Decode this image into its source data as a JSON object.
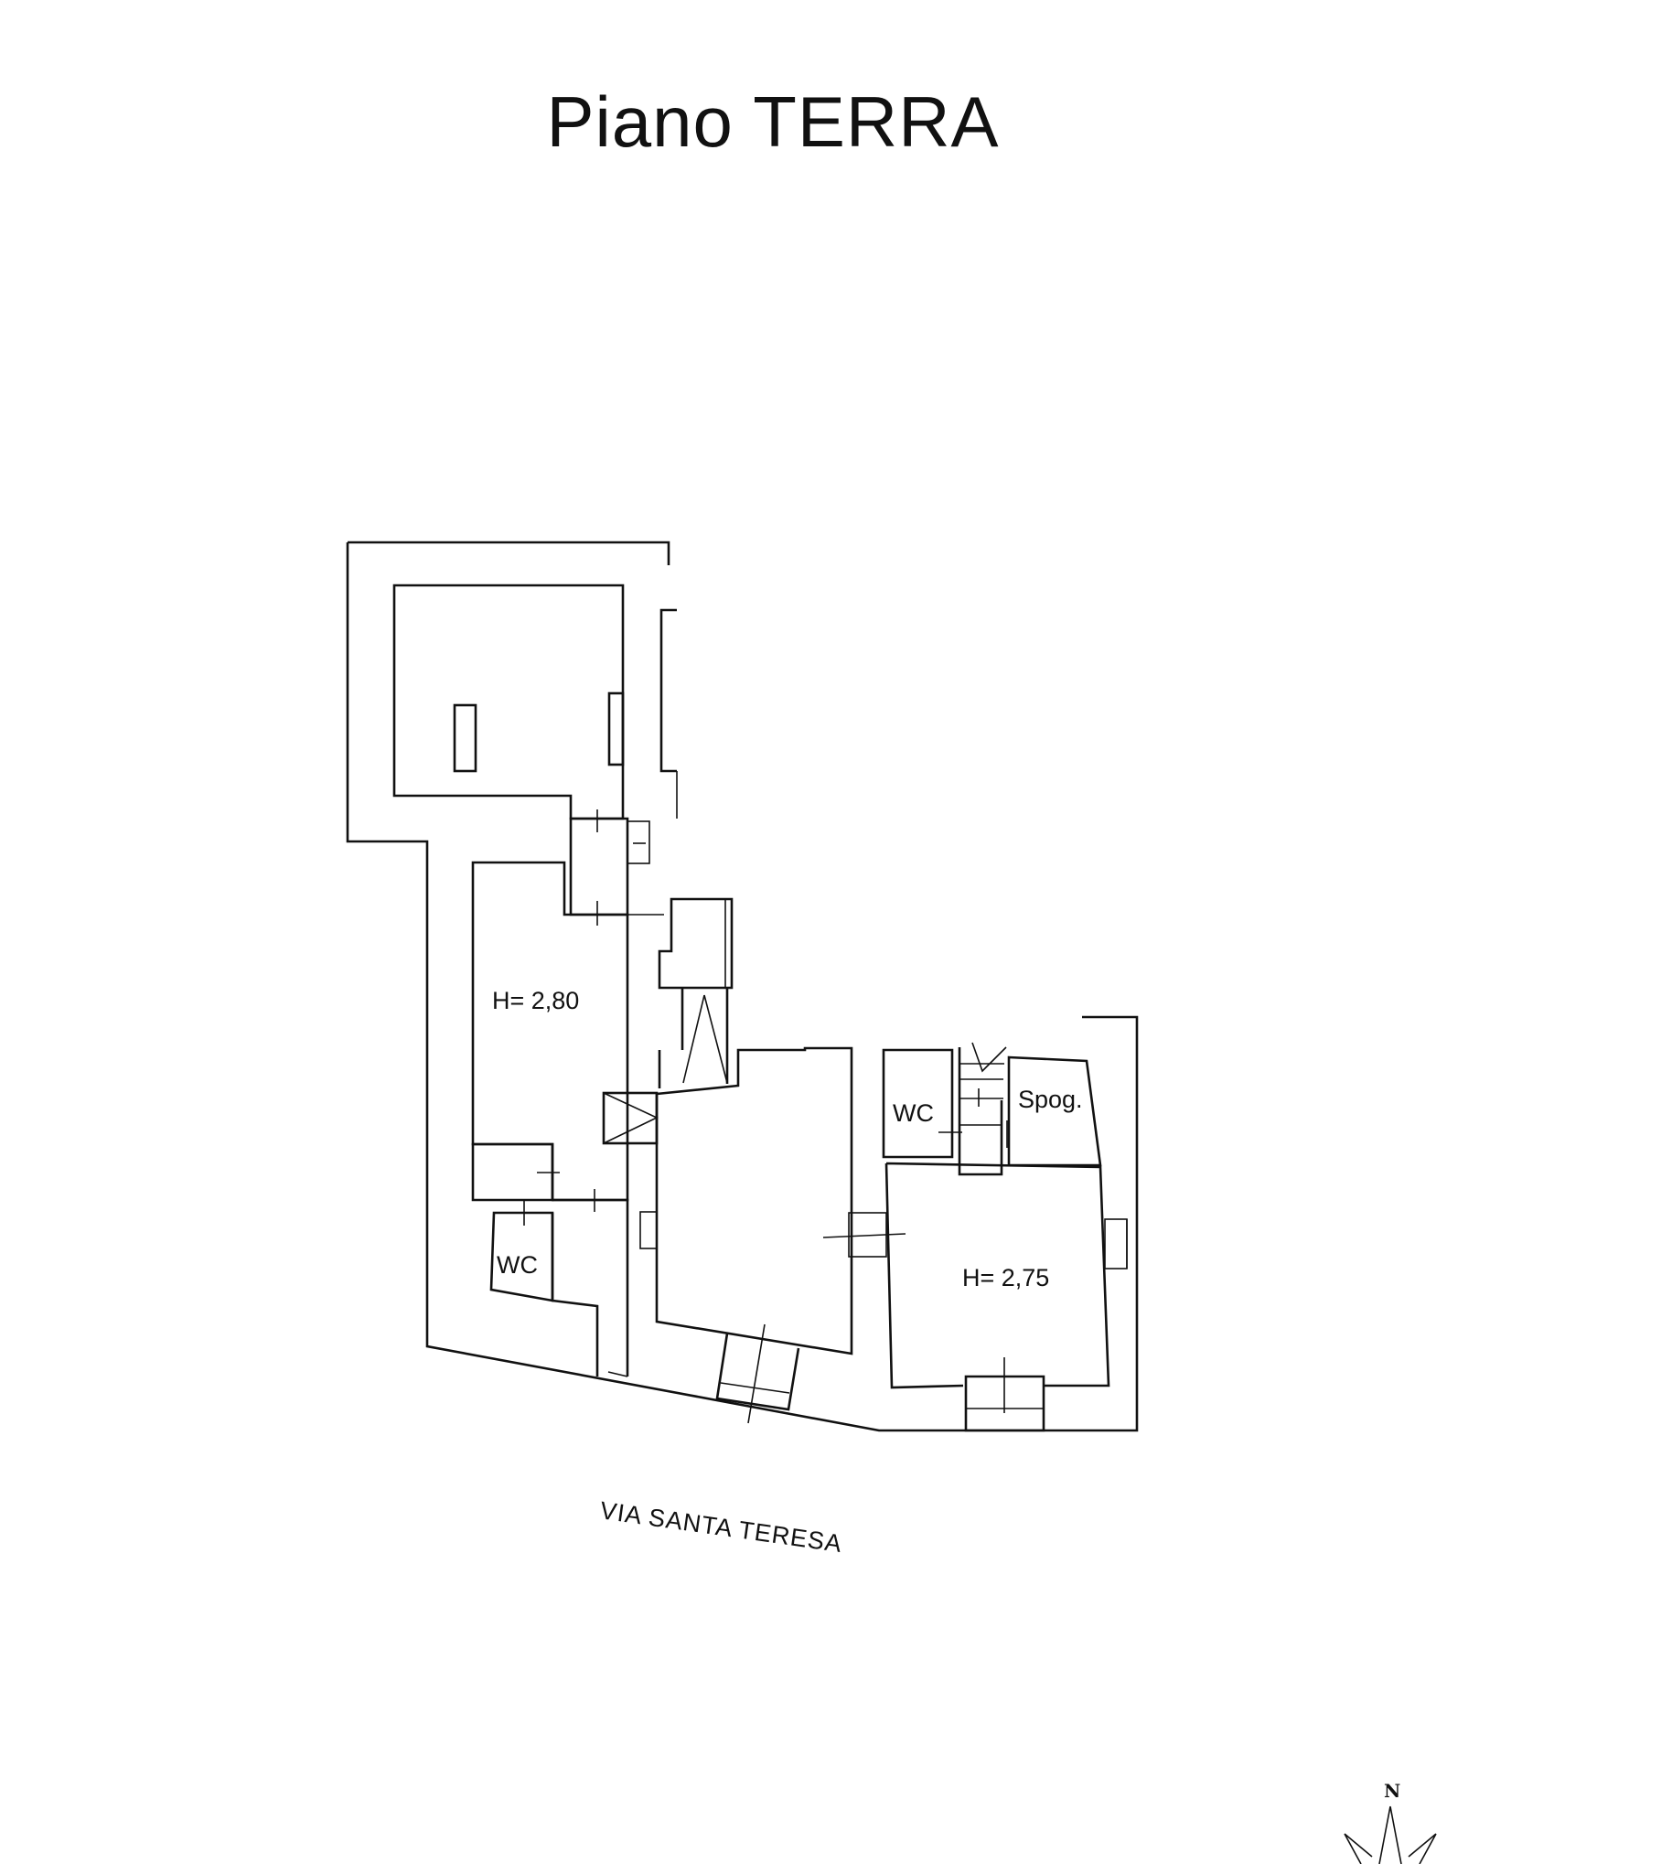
{
  "title": "Piano TERRA",
  "street": "VIA SANTA TERESA",
  "rooms": {
    "room_left_height": "H= 2,80",
    "room_right_height": "H= 2,75",
    "wc_left": "WC",
    "wc_right": "WC",
    "storage": "Spog."
  },
  "compass": {
    "north": "N",
    "icon": "north-arrow-icon"
  },
  "colors": {
    "line": "#111111",
    "background": "#ffffff"
  }
}
